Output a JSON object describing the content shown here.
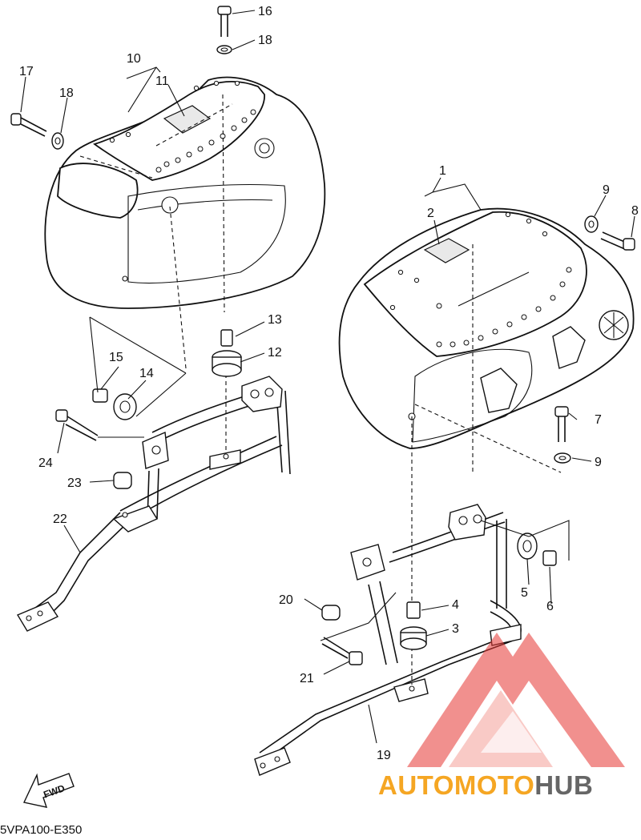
{
  "diagram": {
    "drawing_code": "5VPA100-E350",
    "fwd_label": "FWD",
    "watermark": {
      "part1": "AUTOMOTO",
      "part2": "HUB",
      "color1": "#f5a623",
      "color2": "#666666",
      "logo_color": "#e53935"
    }
  },
  "callouts": {
    "c1": "1",
    "c2": "2",
    "c3": "3",
    "c4": "4",
    "c5": "5",
    "c6": "6",
    "c7": "7",
    "c8": "8",
    "c9a": "9",
    "c9b": "9",
    "c10": "10",
    "c11": "11",
    "c12": "12",
    "c13": "13",
    "c14": "14",
    "c15": "15",
    "c16": "16",
    "c17": "17",
    "c18a": "18",
    "c18b": "18",
    "c19": "19",
    "c20": "20",
    "c21": "21",
    "c22": "22",
    "c23": "23",
    "c24": "24"
  }
}
